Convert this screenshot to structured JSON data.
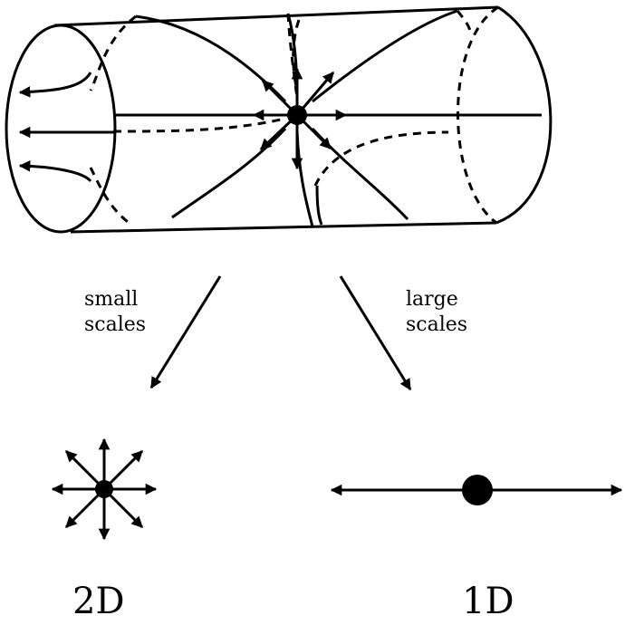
{
  "labels": {
    "arrow_left_line1": "small",
    "arrow_left_line2": "scales",
    "arrow_right_line1": "large",
    "arrow_right_line2": "scales",
    "left_result": "2D",
    "right_result": "1D"
  },
  "colors": {
    "stroke": "#000000",
    "background": "#ffffff"
  }
}
